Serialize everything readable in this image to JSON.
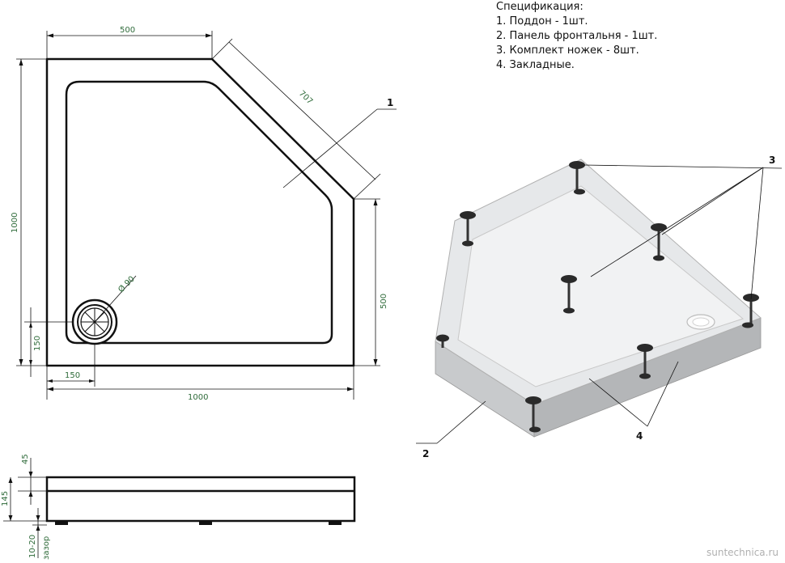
{
  "spec": {
    "title": "Спецификация:",
    "items": [
      "1. Поддон - 1шт.",
      "2. Панель фронтальня - 1шт.",
      "3. Комплект ножек - 8шт.",
      "4. Закладные."
    ]
  },
  "plan_view": {
    "dim_top": "500",
    "dim_diagonal": "707",
    "dim_left": "1000",
    "dim_right": "500",
    "dim_bottom": "1000",
    "dim_drain_x": "150",
    "dim_drain_y": "150",
    "drain_diameter": "Ø 90",
    "callout": "1"
  },
  "side_view": {
    "dim_top": "45",
    "dim_height": "145",
    "dim_gap": "10-20",
    "gap_label": "зазор"
  },
  "iso_view": {
    "callout_feet": "3",
    "callout_panel": "2",
    "callout_inserts": "4"
  },
  "watermark": "suntechnica.ru"
}
